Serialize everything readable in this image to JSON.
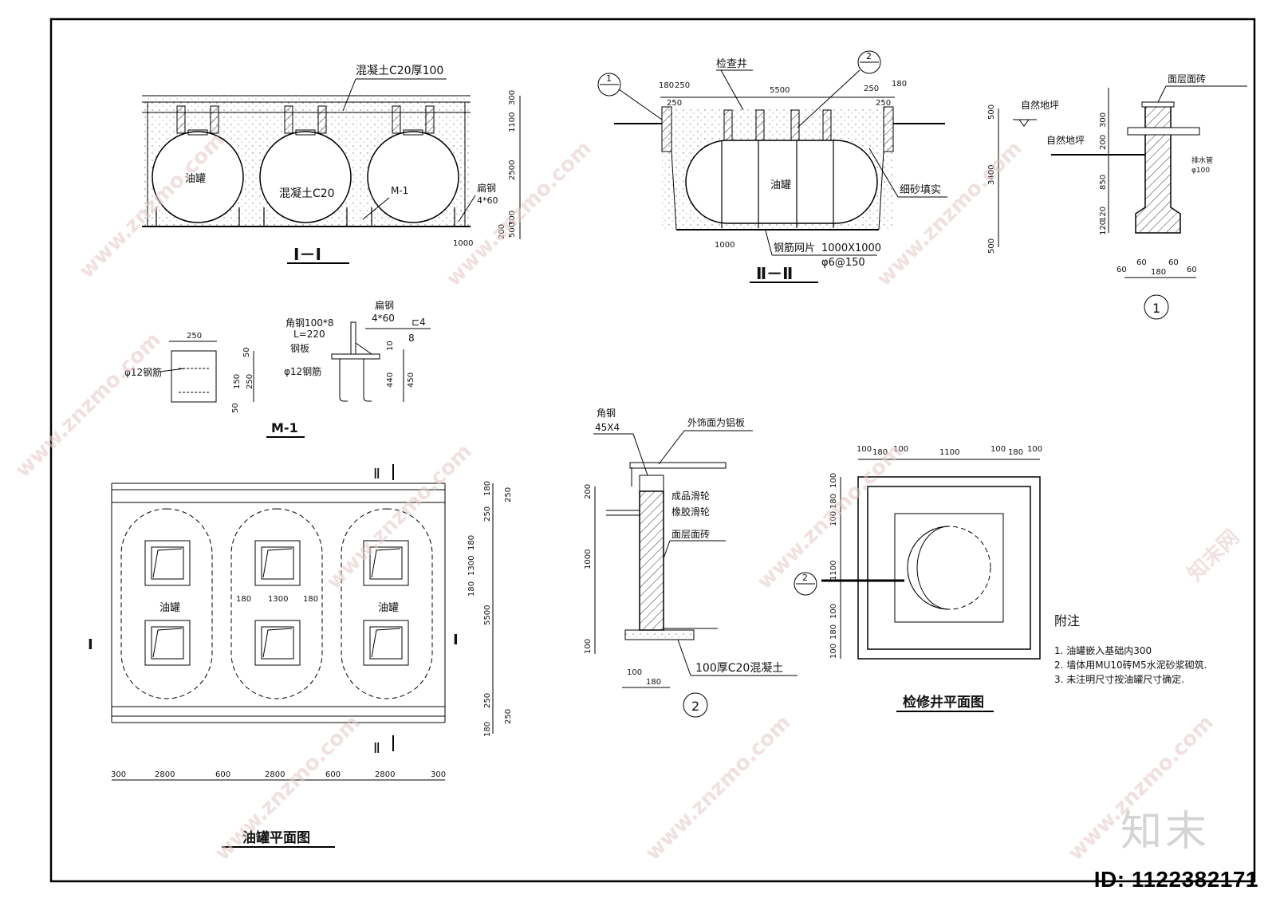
{
  "section1": {
    "title": "Ⅰ－Ⅰ",
    "concrete_top": "混凝土C20厚100",
    "tank_label": "油罐",
    "fill_label": "混凝土C20",
    "m1_tag": "M-1",
    "flat_steel": "扁钢",
    "flat_steel_size": "4*60",
    "dims": [
      "300",
      "1100",
      "2500",
      "300",
      "200",
      "500",
      "1000"
    ]
  },
  "section2": {
    "title": "Ⅱ－Ⅱ",
    "well_label": "检查井",
    "tank_label": "油罐",
    "sand_label": "细砂填实",
    "mesh_label": "钢筋网片",
    "mesh_size": "1000X1000",
    "mesh_bar": "φ6@150",
    "callout_1": "1",
    "callout_2": "2",
    "dims_top": [
      "180",
      "250",
      "5500",
      "250",
      "180",
      "250",
      "250"
    ],
    "dim_bottom": "1000"
  },
  "detail1": {
    "number": "1",
    "ground_1": "自然地坪",
    "ground_2": "自然地坪",
    "surface": "面层面砖",
    "drain": "排水管",
    "drain_size": "φ100",
    "dims_v": [
      "500",
      "3400",
      "500",
      "300",
      "200",
      "850",
      "120",
      "120"
    ],
    "dims_h": [
      "60",
      "60",
      "180",
      "60",
      "60"
    ]
  },
  "m1": {
    "title": "M-1",
    "width": "250",
    "rebar": "φ12钢筋",
    "angle": "角钢100*8",
    "angle_len": "L=220",
    "plate": "钢板",
    "flat": "扁钢",
    "flat_size": "4*60",
    "rebar2": "φ12钢筋",
    "weld_1": "⊏4",
    "weld_2": "8",
    "dims": [
      "50",
      "150",
      "250",
      "50",
      "10",
      "440",
      "450"
    ]
  },
  "plan": {
    "title": "油罐平面图",
    "tank_label_1": "油罐",
    "tank_label_2": "油罐",
    "cut_1": "Ⅰ",
    "cut_2": "Ⅱ",
    "dims_bottom": [
      "300",
      "2800",
      "600",
      "2800",
      "600",
      "2800",
      "300"
    ],
    "dims_right": [
      "180",
      "250",
      "250",
      "180",
      "1300",
      "180",
      "5500",
      "250",
      "180",
      "250"
    ],
    "dims_mid": [
      "180",
      "1300",
      "180"
    ]
  },
  "detail2": {
    "number": "2",
    "angle": "角钢",
    "angle_size": "45X4",
    "outer": "外饰面为铝板",
    "pulley_1": "成品滑轮",
    "pulley_2": "橡胶滑轮",
    "surface": "面层面砖",
    "base": "100厚C20混凝土",
    "dims": [
      "200",
      "1000",
      "100",
      "100",
      "180"
    ]
  },
  "well_plan": {
    "title": "检修井平面图",
    "callout": "2",
    "dims_top": [
      "100",
      "180",
      "100",
      "1100",
      "100",
      "180",
      "100"
    ],
    "dims_left": [
      "100",
      "180",
      "100",
      "1100",
      "100",
      "180",
      "100"
    ]
  },
  "notes": {
    "heading": "附注",
    "items": [
      "1. 油罐嵌入基础内300",
      "2. 墙体用MU10砖M5水泥砂浆砌筑.",
      "3. 未注明尺寸按油罐尺寸确定."
    ]
  },
  "watermark": {
    "site": "www.znzmo.com",
    "brand": "知末网",
    "logo": "知末",
    "id": "ID: 1122382171"
  }
}
